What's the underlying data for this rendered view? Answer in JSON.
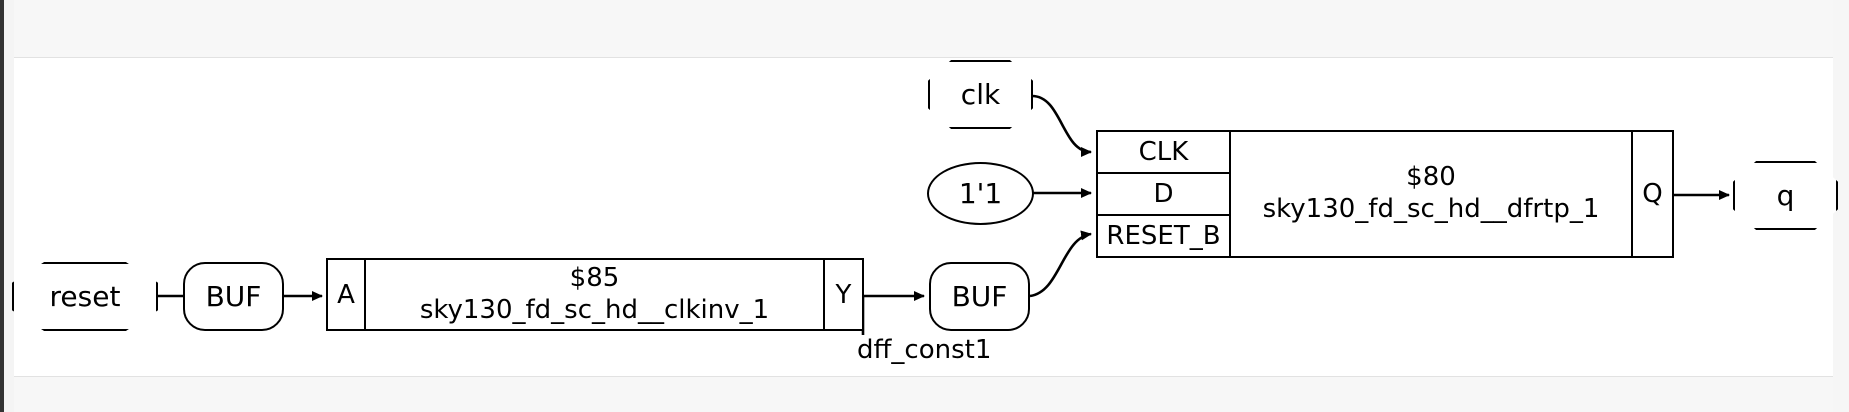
{
  "diagram": {
    "title": "yosys-netlist-schematic",
    "background": "#ffffff",
    "line_color": "#000000",
    "band_color": "#f7f7f7"
  },
  "ports": {
    "reset": {
      "label": "reset",
      "kind": "input-port",
      "shape": "octagon"
    },
    "clk": {
      "label": "clk",
      "kind": "input-port",
      "shape": "octagon"
    },
    "q": {
      "label": "q",
      "kind": "output-port",
      "shape": "octagon"
    }
  },
  "constants": {
    "one": {
      "label": "1'1",
      "shape": "ellipse"
    }
  },
  "buffers": {
    "buf_reset": {
      "label": "BUF",
      "shape": "rounded-rect"
    },
    "buf_const": {
      "label": "BUF",
      "shape": "rounded-rect"
    }
  },
  "cells": {
    "clkinv": {
      "id": "$85",
      "type": "sky130_fd_sc_hd__clkinv_1",
      "inputs": [
        {
          "name": "A"
        }
      ],
      "outputs": [
        {
          "name": "Y"
        }
      ]
    },
    "dfrtp": {
      "id": "$80",
      "type": "sky130_fd_sc_hd__dfrtp_1",
      "inputs": [
        {
          "name": "CLK"
        },
        {
          "name": "D"
        },
        {
          "name": "RESET_B"
        }
      ],
      "outputs": [
        {
          "name": "Q"
        }
      ]
    }
  },
  "wire_labels": {
    "dff_const1": "dff_const1"
  }
}
